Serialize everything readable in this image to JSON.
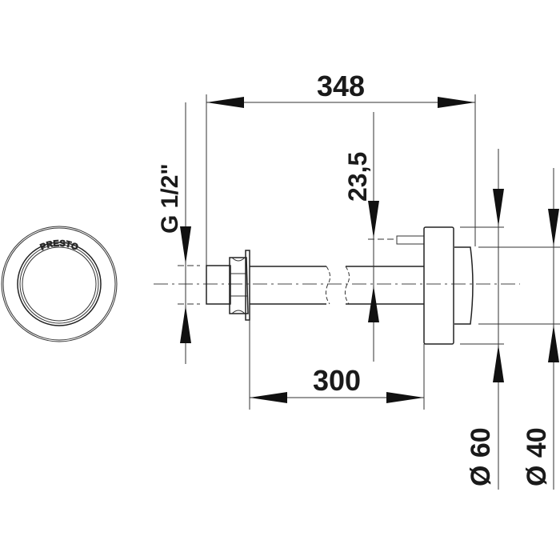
{
  "drawing": {
    "brand_label": "PRESTO",
    "dimensions": {
      "overall_length": "348",
      "pipe_length": "300",
      "offset": "23,5",
      "thread": "G 1/2\"",
      "flange_diameter": "Ø 60",
      "cap_diameter": "Ø 40"
    }
  }
}
